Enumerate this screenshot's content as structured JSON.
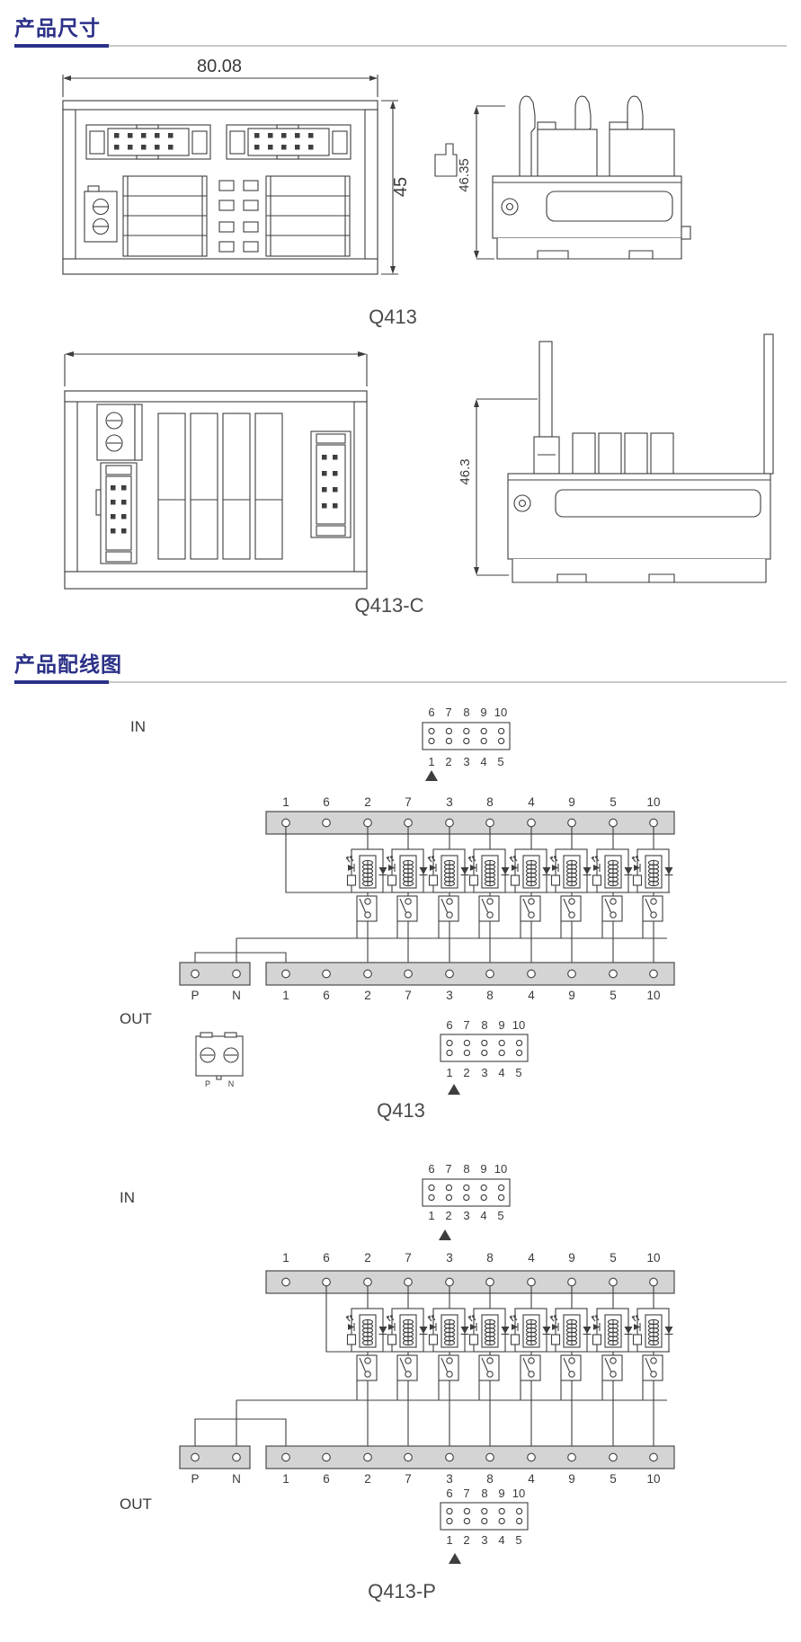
{
  "header_dim": {
    "title": "产品尺寸"
  },
  "header_wiring": {
    "title": "产品配线图"
  },
  "accent": "#2b3087",
  "dim": {
    "q413": {
      "label": "Q413",
      "w": "80.08",
      "h": "45",
      "side_h": "46.35"
    },
    "q413c": {
      "label": "Q413-C",
      "side_h": "46.3"
    }
  },
  "w1": {
    "model": "Q413",
    "in": "IN",
    "out": "OUT",
    "ct": [
      "6",
      "7",
      "8",
      "9",
      "10"
    ],
    "cb": [
      "1",
      "2",
      "3",
      "4",
      "5"
    ],
    "t": [
      "1",
      "6",
      "2",
      "7",
      "3",
      "8",
      "4",
      "9",
      "5",
      "10"
    ],
    "tb": [
      "P",
      "N",
      "1",
      "6",
      "2",
      "7",
      "3",
      "8",
      "4",
      "9",
      "5",
      "10"
    ],
    "pn_p": "P",
    "pn_n": "N"
  },
  "w2": {
    "model": "Q413-P",
    "in": "IN",
    "out": "OUT",
    "ct": [
      "6",
      "7",
      "8",
      "9",
      "10"
    ],
    "cb": [
      "1",
      "2",
      "3",
      "4",
      "5"
    ],
    "t": [
      "1",
      "6",
      "2",
      "7",
      "3",
      "8",
      "4",
      "9",
      "5",
      "10"
    ],
    "tb": [
      "P",
      "N",
      "1",
      "6",
      "2",
      "7",
      "3",
      "8",
      "4",
      "9",
      "5",
      "10"
    ]
  }
}
